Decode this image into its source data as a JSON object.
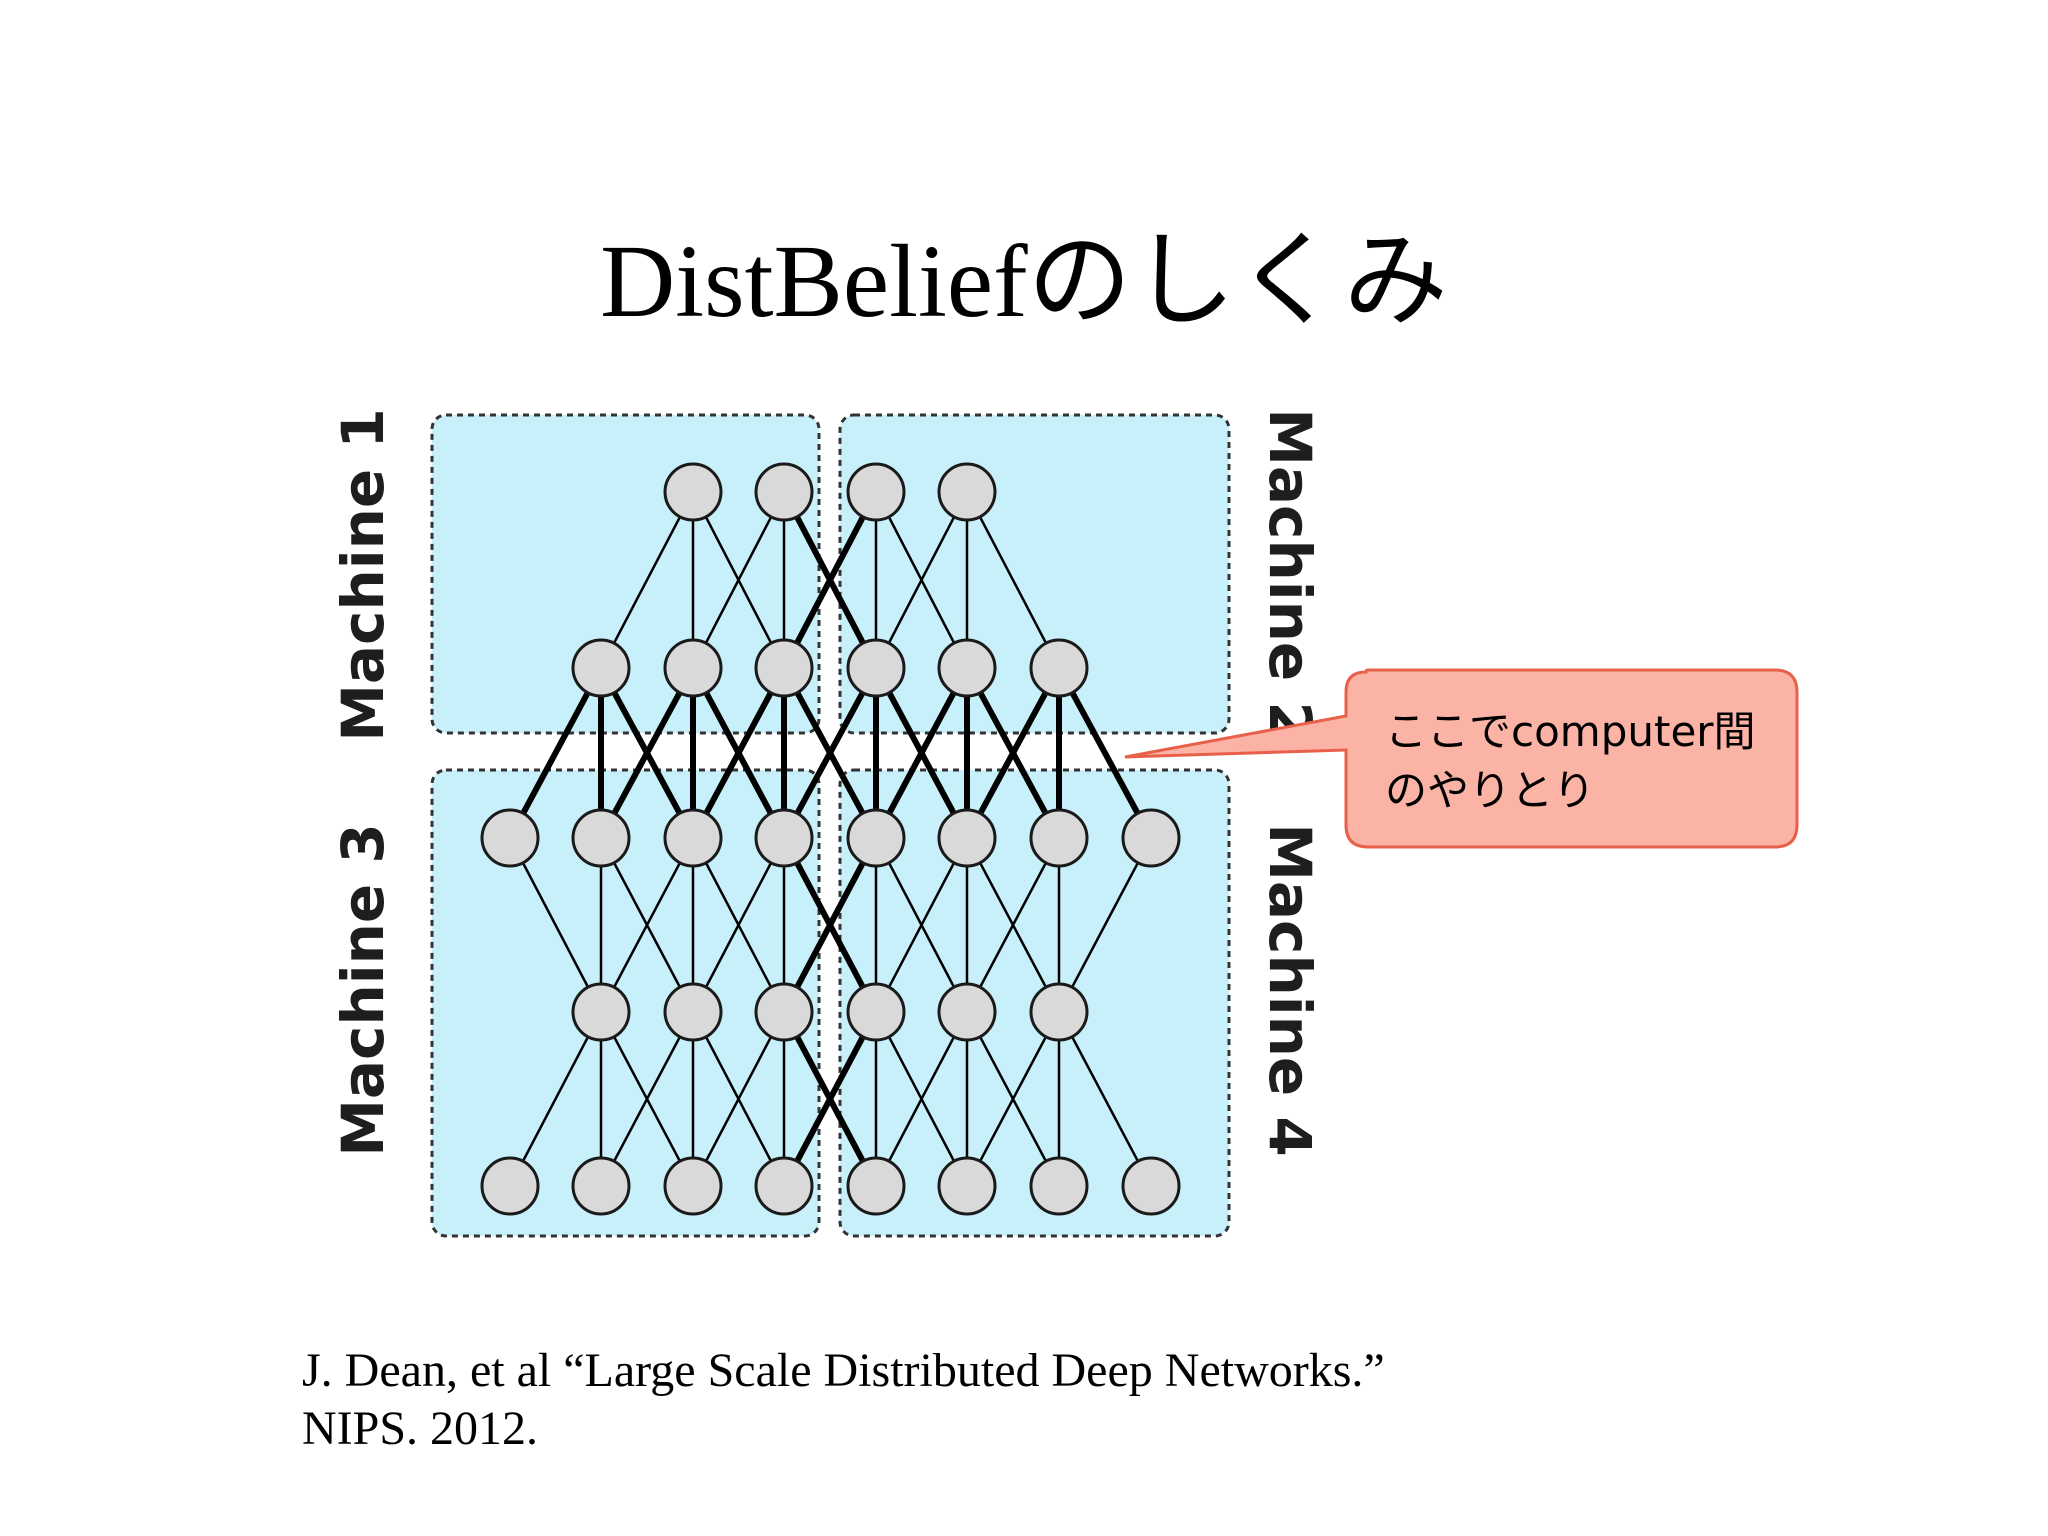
{
  "slide": {
    "title": "DistBeliefのしくみ",
    "citation_line1": "J. Dean, et al “Large Scale Distributed Deep Networks.”",
    "citation_line2": "NIPS. 2012."
  },
  "diagram": {
    "machines": [
      {
        "id": "m1",
        "label": "Machine 1"
      },
      {
        "id": "m2",
        "label": "Machine 2"
      },
      {
        "id": "m3",
        "label": "Machine 3"
      },
      {
        "id": "m4",
        "label": "Machine 4"
      }
    ],
    "callout": {
      "line1": "ここでcomputer間",
      "line2": "のやりとり"
    },
    "colors": {
      "machine_fill": "#c8f0fb",
      "node_fill": "#d9d9d9",
      "callout_fill": "#fbb3a5",
      "callout_border": "#e8604a",
      "edge": "#000000"
    }
  }
}
